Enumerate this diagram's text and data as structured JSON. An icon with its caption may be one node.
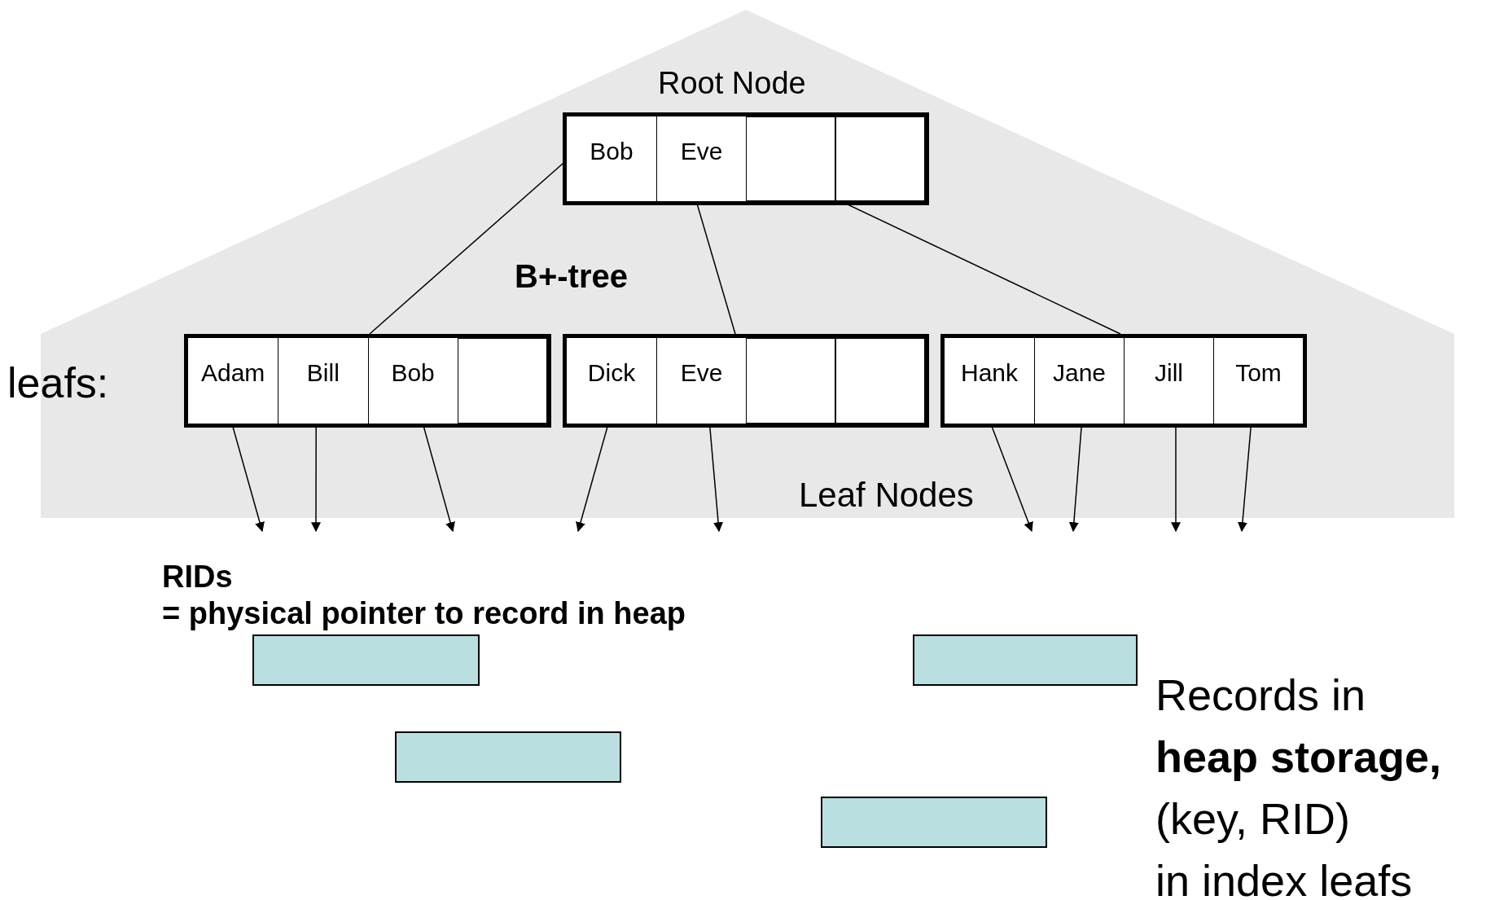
{
  "diagram": {
    "nodes": [
      {
        "text": [
          "B+-tree",
          "Leaf Nodes"
        ]
      },
      {
        "text": [
          "Root Node"
        ],
        "in": 0
      },
      {
        "text": [
          "Bob"
        ],
        "in": 1
      },
      {
        "text": [
          "Eve"
        ],
        "in": 1
      },
      {
        "text": [],
        "shape": "box",
        "in": 1
      },
      {
        "text": [],
        "shape": "box",
        "in": 1
      },
      {
        "text": [],
        "shape": "box",
        "in": 0
      },
      {
        "text": [
          "Adam"
        ],
        "in": 6
      },
      {
        "text": [
          "Bill"
        ],
        "in": 6
      },
      {
        "text": [
          "Bob"
        ],
        "in": 6
      },
      {
        "text": [],
        "shape": "box",
        "in": 6
      },
      {
        "text": [],
        "shape": "box",
        "in": 0
      },
      {
        "text": [
          "Dick"
        ],
        "in": 11
      },
      {
        "text": [
          "Eve"
        ],
        "in": 11
      },
      {
        "text": [],
        "shape": "box",
        "in": 11
      },
      {
        "text": [],
        "shape": "box",
        "in": 11
      },
      {
        "text": [],
        "shape": "box",
        "in": 0
      },
      {
        "text": [
          "Hank"
        ],
        "in": 16
      },
      {
        "text": [
          "Jane"
        ],
        "in": 16
      },
      {
        "text": [
          "Jill"
        ],
        "in": 16
      },
      {
        "text": [
          "Tom"
        ],
        "in": 16
      },
      {
        "text": [],
        "shape": "box"
      },
      {
        "text": [],
        "shape": "box"
      },
      {
        "text": [],
        "shape": "box"
      },
      {
        "text": [],
        "shape": "box"
      }
    ],
    "edges": [
      {
        "from": 2,
        "to": 6,
        "arrow": "none"
      },
      {
        "from": 3,
        "to": 11,
        "arrow": "none"
      },
      {
        "from": 3,
        "to": 16,
        "arrow": "none"
      },
      {
        "from": 7,
        "to": null,
        "arrow": "to"
      },
      {
        "from": 8,
        "to": null,
        "arrow": "to"
      },
      {
        "from": 9,
        "to": null,
        "arrow": "to"
      },
      {
        "from": 12,
        "to": null,
        "arrow": "to"
      },
      {
        "from": 13,
        "to": null,
        "arrow": "to"
      },
      {
        "from": 17,
        "to": null,
        "arrow": "to"
      },
      {
        "from": 18,
        "to": null,
        "arrow": "to"
      },
      {
        "from": 19,
        "to": null,
        "arrow": "to"
      },
      {
        "from": 20,
        "to": null,
        "arrow": "to"
      }
    ],
    "labels": [
      "leafs:",
      "RIDs = physical pointer to record in heap",
      "Records in **heap storage,** (key, RID) in index leafs"
    ]
  }
}
